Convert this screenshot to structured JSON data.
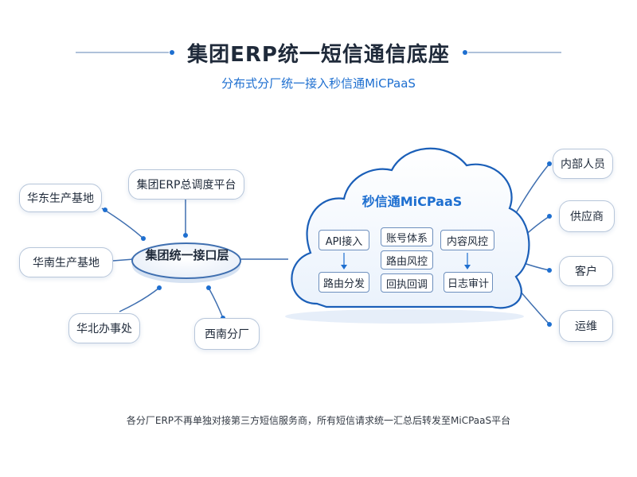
{
  "title": "集团ERP统一短信通信底座",
  "subtitle": "分布式分厂统一接入秒信通MiCPaaS",
  "left": {
    "hub_label": "集团统一接口层",
    "platform": "集团ERP总调度平台",
    "branches": [
      "华东生产基地",
      "华南生产基地",
      "华北办事处",
      "西南分厂"
    ]
  },
  "cloud": {
    "title": "秒信通MiCPaaS",
    "boxes": {
      "api_access": "API接入",
      "routing_dispatch": "路由分发",
      "account_system": "账号体系",
      "routing_risk": "路由风控",
      "receipt_callback": "回执回调",
      "content_risk": "内容风控",
      "log_audit": "日志审计"
    }
  },
  "right": {
    "targets": [
      "内部人员",
      "供应商",
      "客户",
      "运维"
    ]
  },
  "footnote": "各分厂ERP不再单独对接第三方短信服务商，所有短信请求统一汇总后转发至MiCPaaS平台",
  "colors": {
    "accent": "#1e6fd0",
    "line": "#3f6fb0",
    "cloud_border": "#1b5fb8",
    "text": "#1f2a3a"
  }
}
